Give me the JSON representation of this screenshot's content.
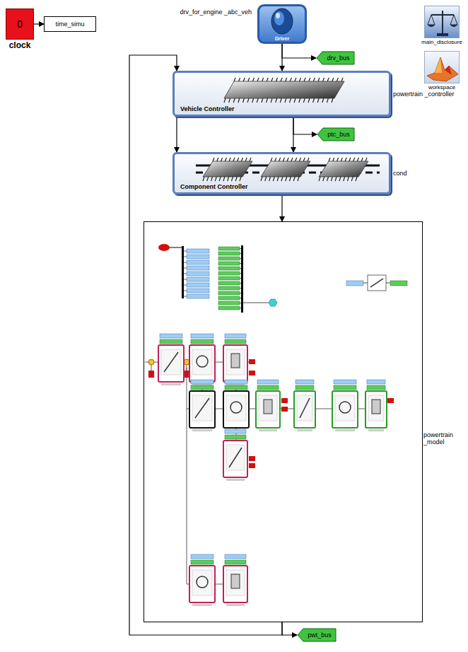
{
  "diagram": {
    "nodes": [
      {
        "text": [
          "0",
          "clock"
        ]
      },
      {
        "text": [
          "time_simu"
        ]
      },
      {
        "text": [
          "drv_for_engine _abc_veh",
          "Driver"
        ]
      },
      {
        "text": [
          "drv_bus"
        ]
      },
      {
        "text": [
          "Vehicle Controller",
          "powertrain _controller"
        ]
      },
      {
        "text": [
          "ptc_bus"
        ]
      },
      {
        "text": [
          "Component Controller",
          "cond"
        ]
      },
      {
        "text": [
          "powertrain _model"
        ]
      },
      {
        "text": [
          "pwt_bus"
        ]
      },
      {
        "text": [
          "main_disclosure"
        ]
      },
      {
        "text": [
          "workspace"
        ]
      }
    ],
    "edges": [
      {
        "from": 0,
        "to": 1,
        "arrow": "to"
      },
      {
        "from": 2,
        "to": 4,
        "arrow": "to"
      },
      {
        "from": 2,
        "to": 3,
        "arrow": "to"
      },
      {
        "from": 4,
        "to": 6,
        "arrow": "to"
      },
      {
        "from": 4,
        "to": 6,
        "arrow": "to"
      },
      {
        "from": 4,
        "to": 5,
        "arrow": "to"
      },
      {
        "from": 6,
        "to": 7,
        "arrow": "to"
      },
      {
        "from": 7,
        "to": 4,
        "arrow": "to"
      },
      {
        "from": 7,
        "to": 8,
        "arrow": "to"
      }
    ]
  }
}
